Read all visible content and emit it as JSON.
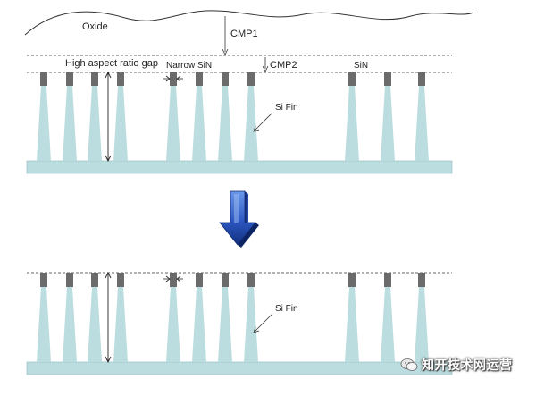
{
  "labels": {
    "oxide": "Oxide",
    "cmp1": "CMP1",
    "cmp2": "CMP2",
    "high_aspect": "High aspect ratio gap",
    "narrow_sin": "Narrow SiN",
    "sin": "SiN",
    "si_fin_top": "Si Fin",
    "si_fin_bottom": "Si Fin"
  },
  "watermark": {
    "text": "知开技术网运营"
  },
  "colors": {
    "fin": "#bcdde0",
    "fin_edge": "#9cc5c9",
    "sin_cap": "#6b6b6b",
    "arrow_top": "#4f7fd6",
    "arrow_bottom": "#14358f"
  },
  "icons": {
    "process_arrow": "down-arrow-icon",
    "watermark_logo": "chat-bubble-icon"
  }
}
